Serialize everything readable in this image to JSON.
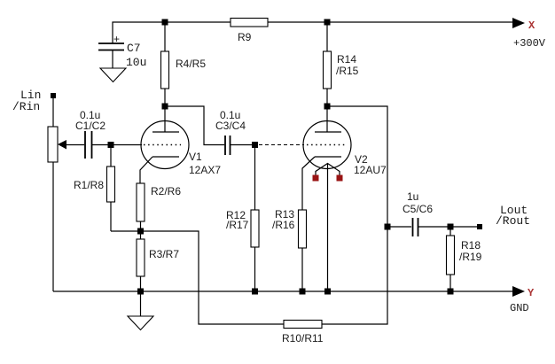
{
  "colors": {
    "background": "#ffffff",
    "wire": "#000000",
    "label": "#1a1a1a",
    "terminal_text": "#aa3333",
    "heater_pin": "#991414"
  },
  "terminals": {
    "input": {
      "line1": "Lin",
      "line2": "/Rin"
    },
    "output": {
      "line1": "Lout",
      "line2": "/Rout"
    },
    "supply": {
      "marker": "X",
      "value": "+300V"
    },
    "ground": {
      "marker": "Y",
      "value": "GND"
    }
  },
  "tubes": {
    "v1": {
      "designator": "V1",
      "type": "12AX7"
    },
    "v2": {
      "designator": "V2",
      "type": "12AU7"
    }
  },
  "capacitors": {
    "c1c2": {
      "value": "0.1u",
      "name": "C1/C2"
    },
    "c3c4": {
      "value": "0.1u",
      "name": "C3/C4"
    },
    "c5c6": {
      "value": "1u",
      "name": "C5/C6"
    },
    "c7": {
      "name": "C7",
      "value": "10u",
      "polarity": "+"
    }
  },
  "resistors": {
    "r1r8": "R1/R8",
    "r2r6": "R2/R6",
    "r3r7": "R3/R7",
    "r4r5": "R4/R5",
    "r9": "R9",
    "r10r11": "R10/R11",
    "r12r17": {
      "line1": "R12",
      "line2": "/R17"
    },
    "r13r16": {
      "line1": "R13",
      "line2": "/R16"
    },
    "r14r15": {
      "line1": "R14",
      "line2": "/R15"
    },
    "r18r19": {
      "line1": "R18",
      "line2": "/R19"
    }
  }
}
